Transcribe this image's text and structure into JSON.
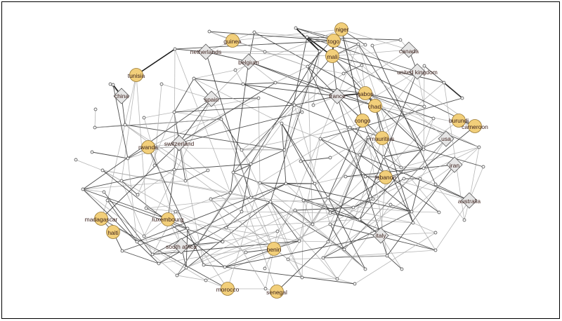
{
  "colors": {
    "circle_fill": "#f2cf7a",
    "circle_stroke": "#9a7a34",
    "diamond_fill": "#e6e6e6",
    "diamond_stroke": "#5a5a5a",
    "edge_dark": "#3a3a3a",
    "edge_light": "#a9a9a9",
    "edge_black": "#000000",
    "label_color": "#3a1f1a"
  },
  "labels": {
    "niger": "niger",
    "togo": "togo",
    "guinea": "guinea",
    "netherlands": "netherlands",
    "belgium": "belgium",
    "mali": "mali",
    "canada": "canada",
    "tunisia": "tunisia",
    "united_kingdom": "united kingdom",
    "china": "china",
    "spain": "spain",
    "france": "france",
    "gabon": "gabon",
    "chad": "chad",
    "congo": "congo",
    "burundi": "burundi",
    "cameroon": "cameroon",
    "mauritius": "mauritius",
    "usa": "usa",
    "switzerland": "switzerland",
    "rwanda": "rwanda",
    "iran": "iran",
    "lebanon": "lebanon",
    "australia": "australia",
    "madagascar": "madagascar",
    "luxembourg": "luxembourg",
    "haiti": "haiti",
    "italy": "italy",
    "south_africa": "south africa",
    "benin": "benin",
    "morocco": "morocco",
    "senegal": "senegal"
  }
}
